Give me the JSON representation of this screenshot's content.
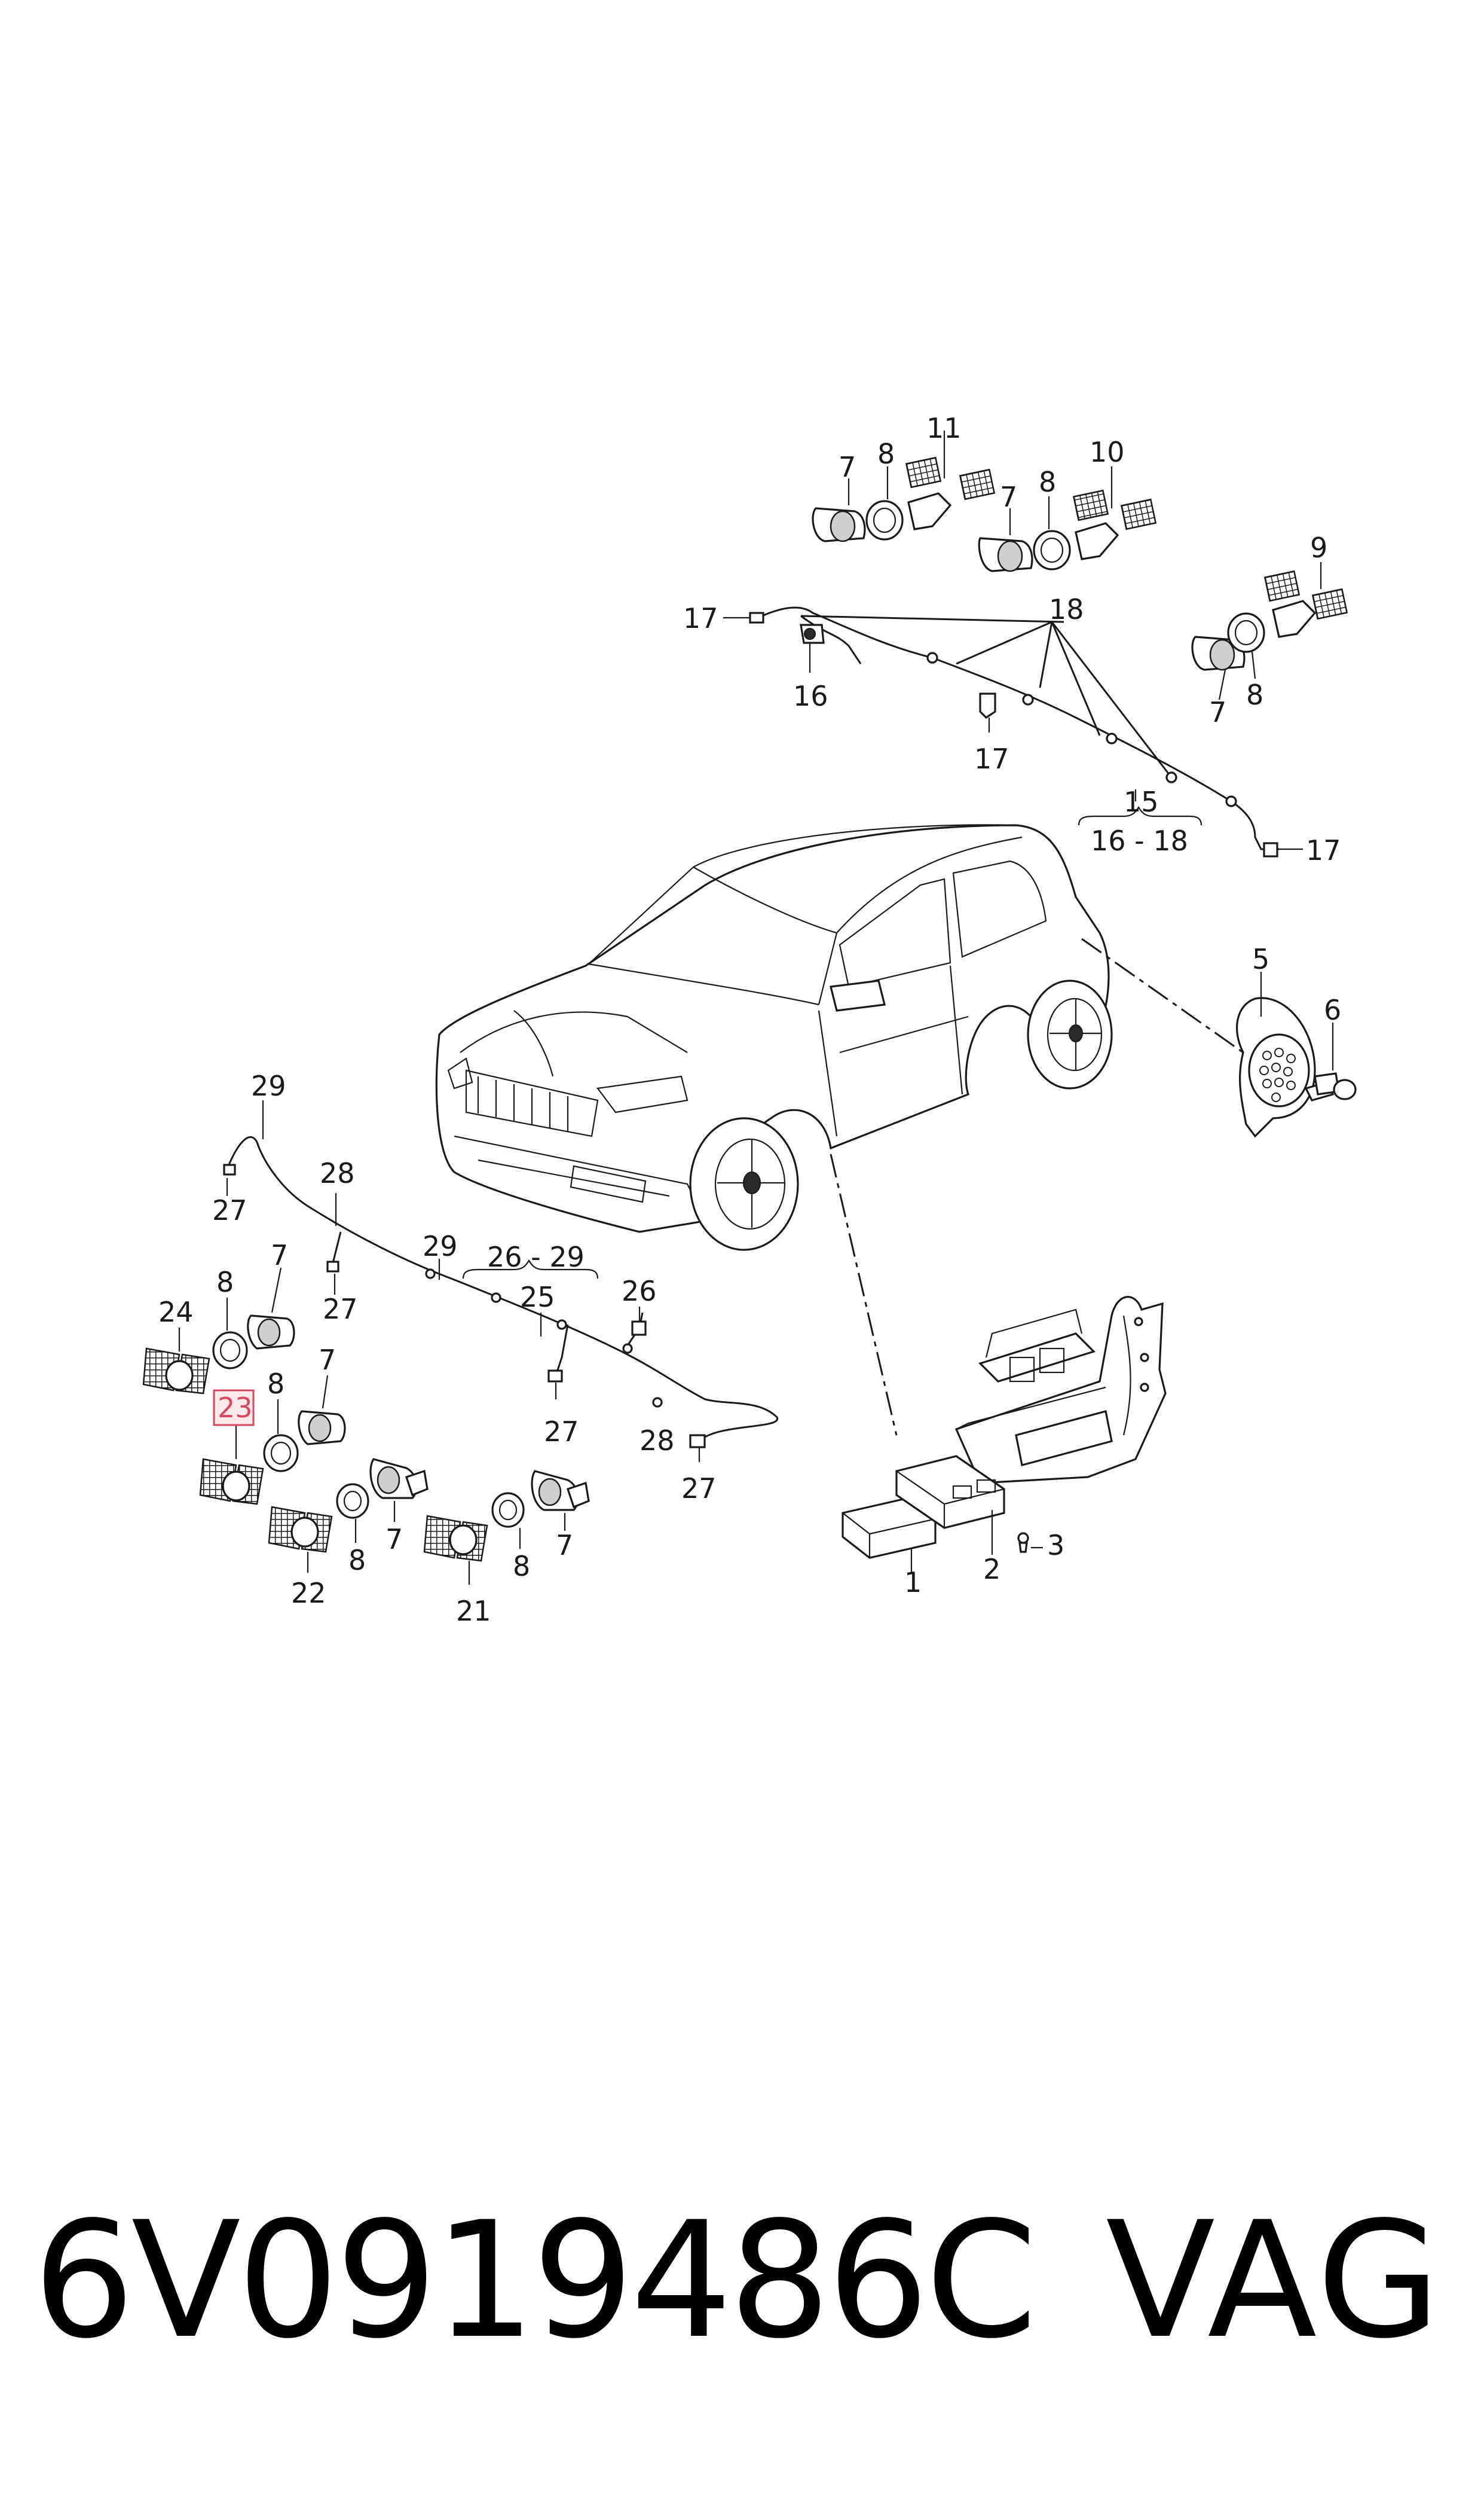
{
  "diagram": {
    "labels": {
      "l1": "1",
      "l2": "2",
      "l3": "3",
      "l5": "5",
      "l6": "6",
      "l7a": "7",
      "l7b": "7",
      "l7c": "7",
      "l7d": "7",
      "l7e": "7",
      "l7f": "7",
      "l7g": "7",
      "l8a": "8",
      "l8b": "8",
      "l8c": "8",
      "l8d": "8",
      "l8e": "8",
      "l8f": "8",
      "l8g": "8",
      "l9": "9",
      "l10": "10",
      "l11": "11",
      "l15": "15",
      "l15r": "16 - 18",
      "l16": "16",
      "l17a": "17",
      "l17b": "17",
      "l17c": "17",
      "l18": "18",
      "l21": "21",
      "l22": "22",
      "l23": "23",
      "l24": "24",
      "l25": "25",
      "l25r": "26 - 29",
      "l26": "26",
      "l27a": "27",
      "l27b": "27",
      "l27c": "27",
      "l27d": "27",
      "l28a": "28",
      "l28b": "28",
      "l29a": "29",
      "l29b": "29"
    },
    "highlighted_part": "23",
    "highlight_color": "#d9465f"
  },
  "footer": {
    "part_number": "6V0919486C",
    "brand": "VAG"
  }
}
